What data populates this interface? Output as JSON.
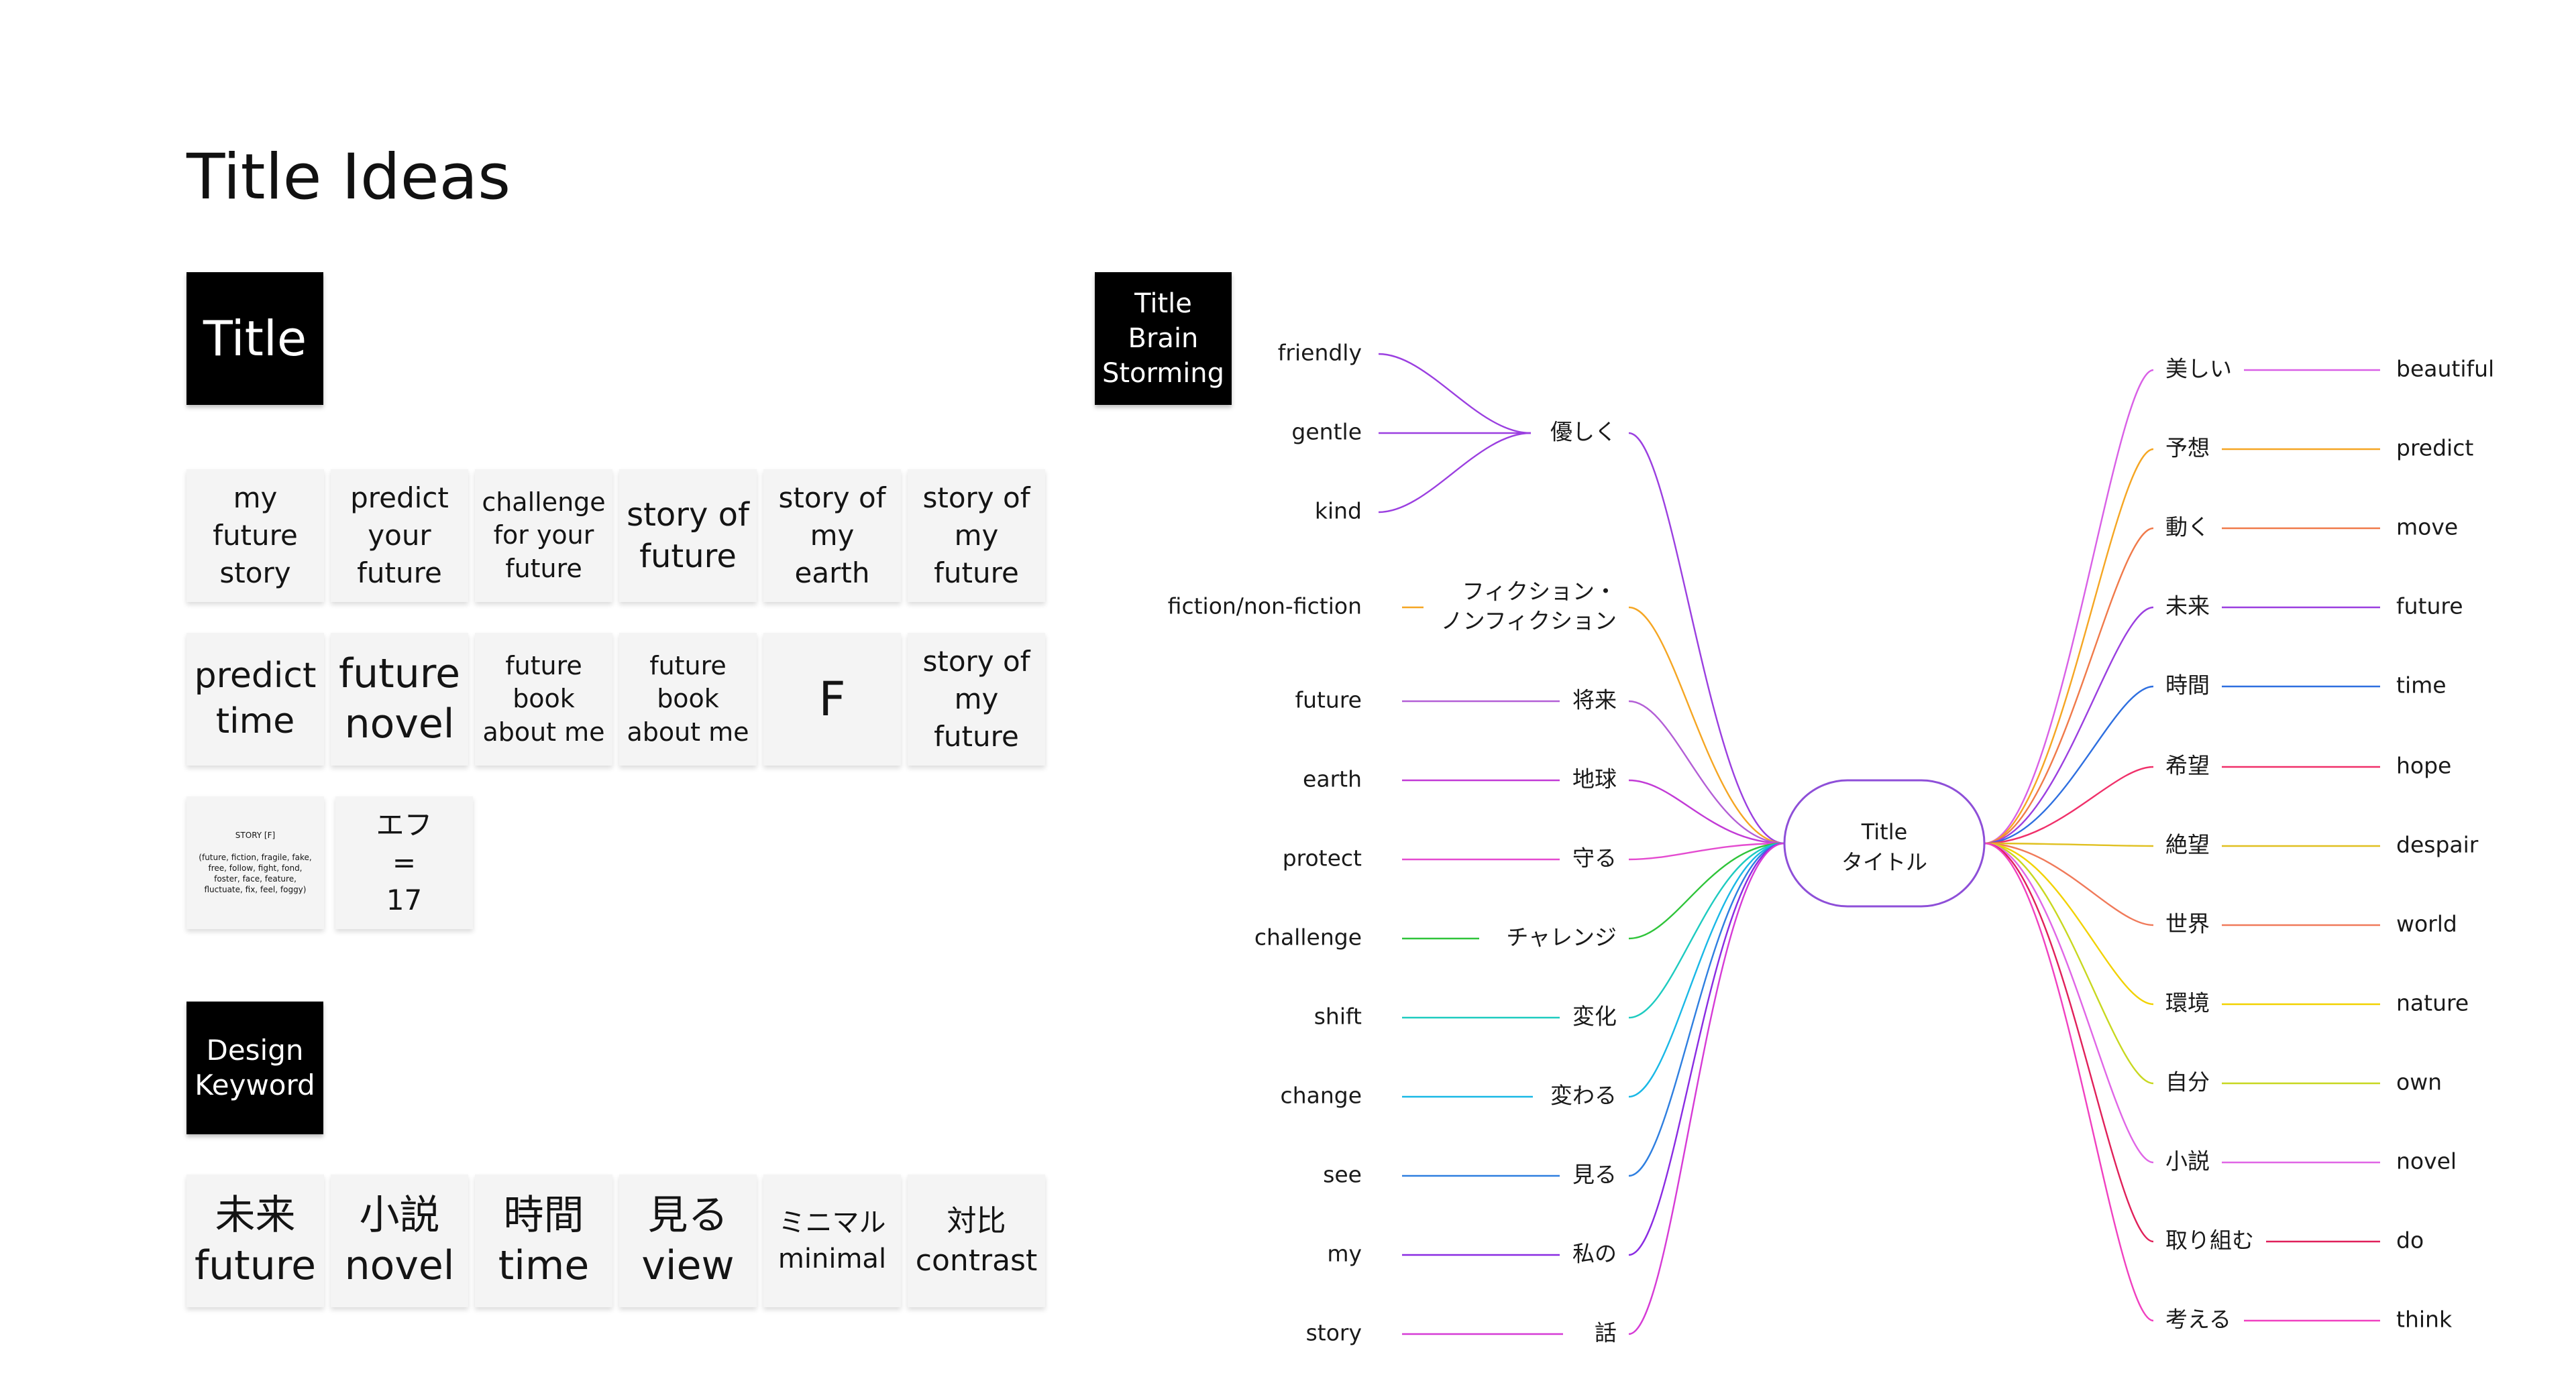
{
  "page_title": "Title Ideas",
  "title_label": "Title",
  "design_label": "Design\nKeyword",
  "brainstorm_label": "Title\nBrain\nStorming",
  "title_notes": [
    "my\nfuture\nstory",
    "predict\nyour\nfuture",
    "challenge\nfor your\nfuture",
    "story of\nfuture",
    "story of\nmy\nearth",
    "story of\nmy\nfuture",
    "predict\ntime",
    "future\nnovel",
    "future\nbook\nabout me",
    "future\nbook\nabout me",
    "F",
    "story of\nmy\nfuture",
    "STORY [F]\n\n(future, fiction, fragile, fake,\nfree, follow, fight, fond,\nfoster, face, feature,\nfluctuate, fix, feel, foggy)",
    "エフ\n=\n17"
  ],
  "design_notes": [
    "未来\nfuture",
    "小説\nnovel",
    "時間\ntime",
    "見る\nview",
    "ミニマル\nminimal",
    "対比\ncontrast"
  ],
  "center": {
    "en": "Title",
    "ja": "タイトル"
  },
  "left_branches": [
    {
      "ja": "優しく",
      "color": "#9b3fe0",
      "children": [
        {
          "en": "friendly",
          "color": "#9b3fe0"
        },
        {
          "en": "gentle",
          "color": "#9b3fe0"
        },
        {
          "en": "kind",
          "color": "#9b3fe0"
        }
      ]
    },
    {
      "ja": "フィクション・\nノンフィクション",
      "en": "fiction/non-fiction",
      "color": "#f5a623"
    },
    {
      "ja": "将来",
      "en": "future",
      "color": "#b35fd6"
    },
    {
      "ja": "地球",
      "en": "earth",
      "color": "#c23bd6"
    },
    {
      "ja": "守る",
      "en": "protect",
      "color": "#e44bd0"
    },
    {
      "ja": "チャレンジ",
      "en": "challenge",
      "color": "#2fc43a"
    },
    {
      "ja": "変化",
      "en": "shift",
      "color": "#1ecbc0"
    },
    {
      "ja": "変わる",
      "en": "change",
      "color": "#19b8e6"
    },
    {
      "ja": "見る",
      "en": "see",
      "color": "#2e7fe0"
    },
    {
      "ja": "私の",
      "en": "my",
      "color": "#8a2be2"
    },
    {
      "ja": "話",
      "en": "story",
      "color": "#d63bd6"
    }
  ],
  "right_branches": [
    {
      "ja": "美しい",
      "en": "beautiful",
      "color": "#d960e6"
    },
    {
      "ja": "予想",
      "en": "predict",
      "color": "#f5a623"
    },
    {
      "ja": "動く",
      "en": "move",
      "color": "#f07a4a"
    },
    {
      "ja": "未来",
      "en": "future",
      "color": "#9b3fe0"
    },
    {
      "ja": "時間",
      "en": "time",
      "color": "#2e6fe0"
    },
    {
      "ja": "希望",
      "en": "hope",
      "color": "#f0306a"
    },
    {
      "ja": "絶望",
      "en": "despair",
      "color": "#e0c020"
    },
    {
      "ja": "世界",
      "en": "world",
      "color": "#f07a5a"
    },
    {
      "ja": "環境",
      "en": "nature",
      "color": "#f2d200"
    },
    {
      "ja": "自分",
      "en": "own",
      "color": "#c8d820"
    },
    {
      "ja": "小説",
      "en": "novel",
      "color": "#e066e6"
    },
    {
      "ja": "取り組む",
      "en": "do",
      "color": "#e0205a"
    },
    {
      "ja": "考える",
      "en": "think",
      "color": "#f040c0"
    }
  ]
}
